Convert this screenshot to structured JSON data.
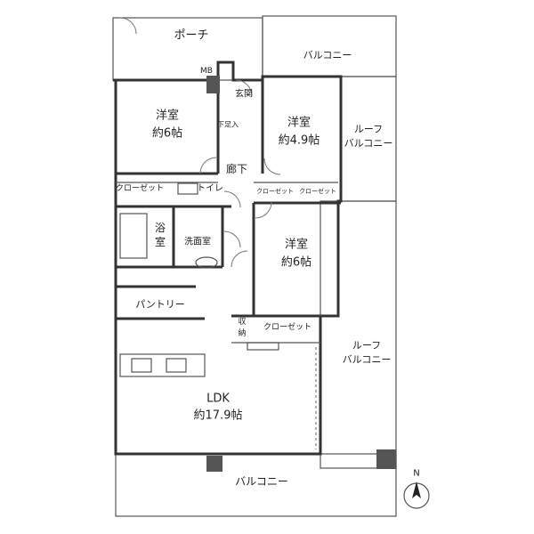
{
  "labels": {
    "porch": "ポーチ",
    "balcony_top": "バルコニー",
    "mb": "MB",
    "entrance": "玄関",
    "shoe_storage": "下足入",
    "western1_name": "洋室",
    "western1_size": "約6帖",
    "western2_name": "洋室",
    "western2_size": "約4.9帖",
    "roof_balcony_upper": "ルーフ\nバルコニー",
    "hallway": "廊下",
    "closet_1": "クローゼット",
    "toilet": "トイレ",
    "closet_2": "クローゼット",
    "closet_3": "クローゼット",
    "bath": "浴室",
    "washroom": "洗面室",
    "western3_name": "洋室",
    "western3_size": "約6帖",
    "pantry": "パントリー",
    "storage": "収納",
    "closet_4": "クローゼット",
    "roof_balcony_lower": "ルーフ\nバルコニー",
    "ldk_name": "LDK",
    "ldk_size": "約17.9帖",
    "balcony_bottom": "バルコニー",
    "north": "N"
  }
}
